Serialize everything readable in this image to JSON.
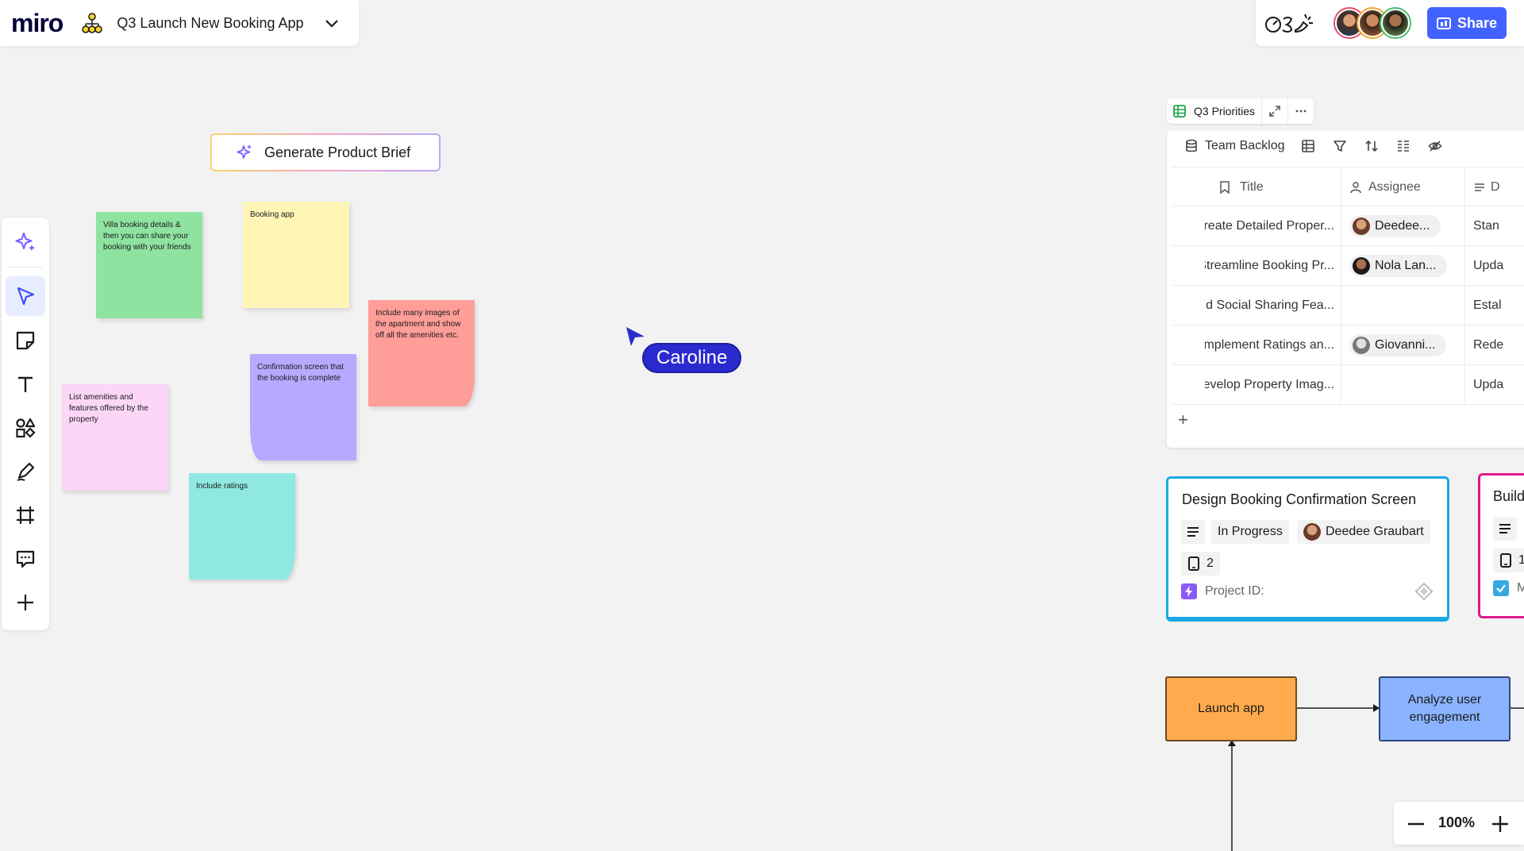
{
  "app": {
    "logo": "miro",
    "board_title": "Q3 Launch New Booking App"
  },
  "header": {
    "share_label": "Share"
  },
  "toolbar": {
    "items": [
      "ai-assist",
      "select",
      "sticky-note",
      "text",
      "shapes",
      "pen",
      "frame",
      "comment",
      "add"
    ],
    "active": "select"
  },
  "canvas": {
    "generate_brief_label": "Generate Product Brief",
    "stickies": [
      {
        "text": "Villa booking details & then you can share your booking with your friends",
        "color": "#8fe3a1"
      },
      {
        "text": "Booking app",
        "color": "#fff6b6"
      },
      {
        "text": "Include many images of the apartment and show off all the amenities etc.",
        "color": "#ff9d98"
      },
      {
        "text": "Confirmation screen that the booking is complete",
        "color": "#b8a8ff"
      },
      {
        "text": "List amenities and features offered by the property",
        "color": "#fbd6f6"
      },
      {
        "text": "Include ratings",
        "color": "#8fe9e0"
      }
    ],
    "cursor": {
      "name": "Caroline",
      "color": "#2a2bcf"
    }
  },
  "table": {
    "chip_title": "Q3 Priorities",
    "view_label": "Team Backlog",
    "columns": [
      "Title",
      "Assignee",
      "D"
    ],
    "rows": [
      {
        "title": "Create Detailed Proper...",
        "assignee": "Deedee...",
        "status": "Stan"
      },
      {
        "title": "Streamline Booking Pr...",
        "assignee": "Nola Lan...",
        "status": "Upda"
      },
      {
        "title": "Add Social Sharing Fea...",
        "assignee": "",
        "status": "Estal"
      },
      {
        "title": "Implement Ratings an...",
        "assignee": "Giovanni...",
        "status": "Rede"
      },
      {
        "title": "Develop Property Imag...",
        "assignee": "",
        "status": "Upda"
      }
    ],
    "add_label": "+"
  },
  "cards": [
    {
      "title": "Design Booking Confirmation Screen",
      "status": "In Progress",
      "assignee": "Deedee Graubart",
      "count": "2",
      "project_label": "Project ID:",
      "border_color": "#1aa9e6"
    },
    {
      "title": "Build",
      "count": "1",
      "check_label": "M",
      "border_color": "#e0188d"
    }
  ],
  "flow": {
    "nodes": [
      {
        "label": "Launch app",
        "color": "#ffab4d"
      },
      {
        "label": "Analyze user engagement",
        "color": "#8ab4ff"
      }
    ]
  },
  "zoom": {
    "level": "100%"
  }
}
